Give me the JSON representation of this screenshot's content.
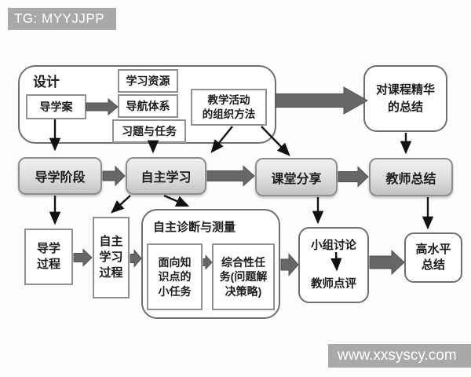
{
  "watermarks": {
    "top": "TG: MYYJJPP",
    "bottom": "www.xxsyscy.com"
  },
  "colors": {
    "banner_gray": "#a9a9a9",
    "arrow_gray": "#676767",
    "box_border_gray": "#919191",
    "stage_gradient_top": "#f1f1f1",
    "stage_gradient_bottom": "#c4c4c4"
  },
  "flowchart": {
    "design_group": {
      "title": "设计",
      "guide_case": "导学案",
      "learning_resources": "学习资源",
      "navigation_system": "导航体系",
      "exercises_and_tasks": "习题与任务",
      "teaching_activity_org": {
        "line1": "教学活动",
        "line2": "的组织方法"
      }
    },
    "course_essence_summary": {
      "line1": "对课程精华",
      "line2": "的总结"
    },
    "stages": {
      "guide_stage": "导学阶段",
      "self_learning": "自主学习",
      "class_sharing": "课堂分享",
      "teacher_summary": "教师总结"
    },
    "guide_process": {
      "line1": "导学",
      "line2": "过程"
    },
    "self_learning_process": {
      "line1": "自主",
      "line2": "学习",
      "line3": "过程"
    },
    "diagnosis_group": {
      "title": "自主诊断与测量",
      "knowledge_point_tasks": {
        "line1": "面向知",
        "line2": "识点的",
        "line3": "小任务"
      },
      "comprehensive_tasks": {
        "line1": "综合性任",
        "line2": "务(问题解",
        "line3": "决策略)"
      }
    },
    "discussion_box": {
      "group_discussion": "小组讨论",
      "teacher_comment": "教师点评"
    },
    "high_level_summary": {
      "line1": "高水平",
      "line2": "总结"
    }
  }
}
